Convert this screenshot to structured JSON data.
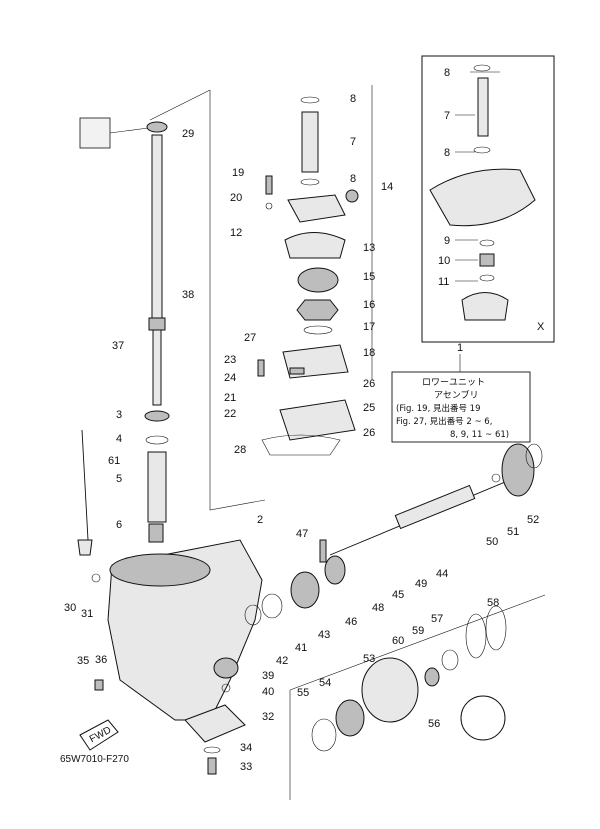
{
  "inset": {
    "label": "X"
  },
  "assembly_note": {
    "number": "1",
    "lines": [
      "ロワーユニット",
      "アセンブリ",
      "(Fig. 19, 見出番号 19",
      "Fig. 27, 見出番号 2 ~ 6,",
      "8, 9, 11 ~ 61)"
    ]
  },
  "fwd_label": "FWD",
  "reference_code": "65W7010-F270",
  "callouts": [
    "8",
    "7",
    "8",
    "9",
    "10",
    "11",
    "29",
    "8",
    "7",
    "8",
    "19",
    "14",
    "20",
    "12",
    "13",
    "15",
    "38",
    "16",
    "17",
    "37",
    "27",
    "18",
    "23",
    "24",
    "26",
    "21",
    "25",
    "22",
    "3",
    "26",
    "28",
    "4",
    "61",
    "5",
    "52",
    "51",
    "50",
    "6",
    "2",
    "47",
    "44",
    "49",
    "45",
    "48",
    "46",
    "43",
    "30",
    "31",
    "41",
    "42",
    "58",
    "57",
    "59",
    "60",
    "53",
    "36",
    "35",
    "39",
    "40",
    "55",
    "54",
    "56",
    "32",
    "34",
    "33"
  ]
}
